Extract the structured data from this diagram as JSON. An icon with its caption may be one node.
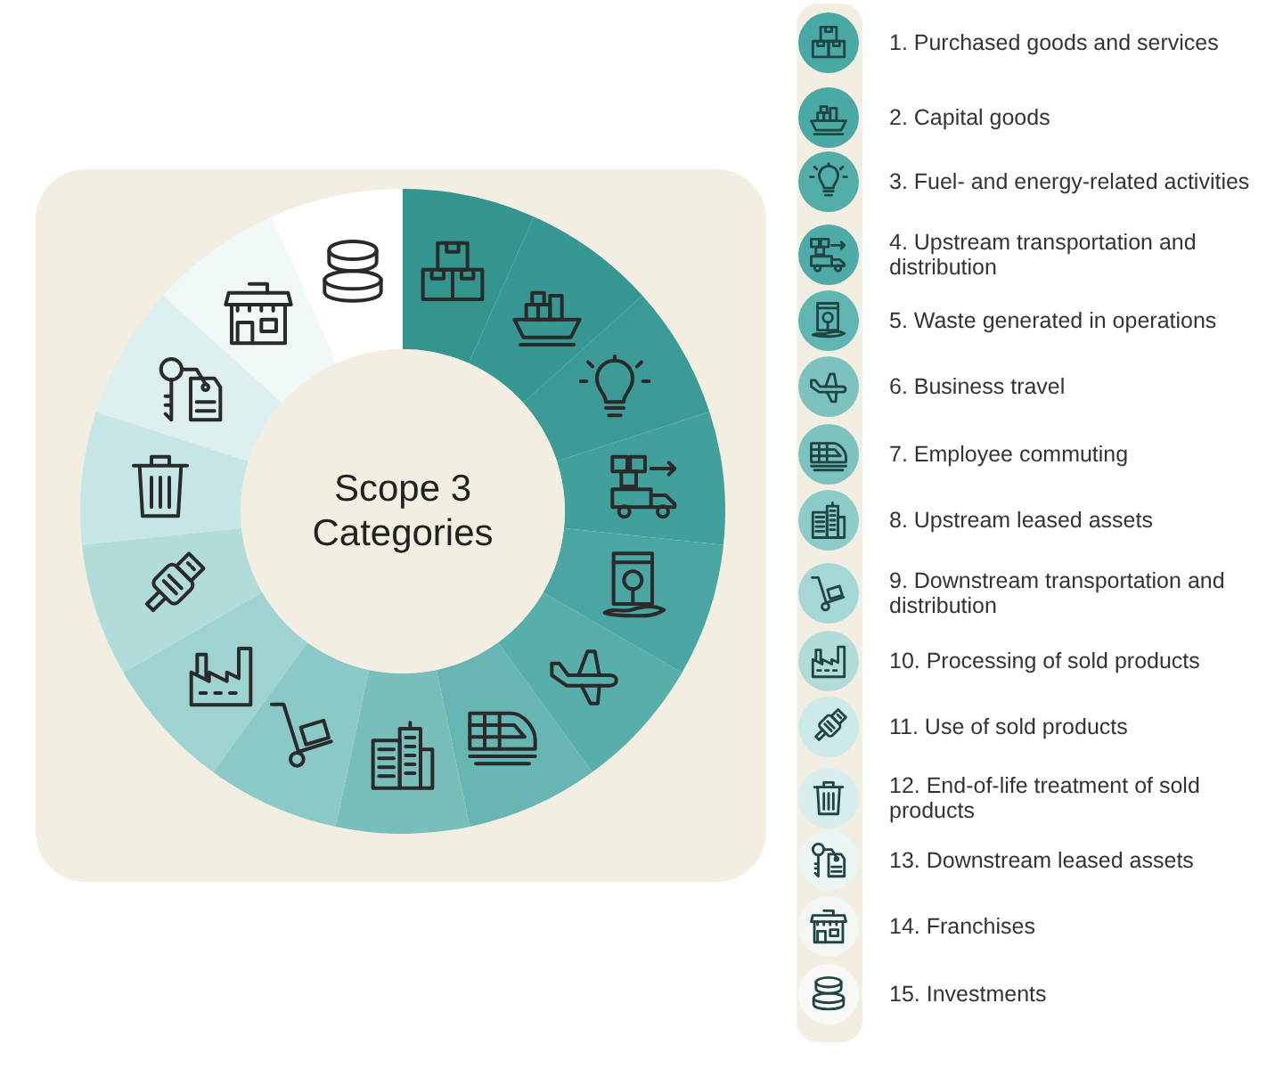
{
  "diagram": {
    "nodes": [
      {
        "text": [
          "Scope 3 Categories"
        ]
      }
    ],
    "legend": [
      {
        "text": "1. Purchased goods and services"
      },
      {
        "text": "2. Capital goods"
      },
      {
        "text": "3. Fuel- and energy-related activities"
      },
      {
        "text": "4. Upstream transportation and distribution"
      },
      {
        "text": "5. Waste generated in operations"
      },
      {
        "text": "6. Business travel"
      },
      {
        "text": "7. Employee commuting"
      },
      {
        "text": "8. Upstream leased assets"
      },
      {
        "text": "9. Downstream transportation and distribution"
      },
      {
        "text": "10. Processing of sold products"
      },
      {
        "text": "11. Use of sold products"
      },
      {
        "text": "12. End-of-life treatment of sold products"
      },
      {
        "text": "13. Downstream leased assets"
      },
      {
        "text": "14. Franchises"
      },
      {
        "text": "15. Investments"
      }
    ]
  }
}
